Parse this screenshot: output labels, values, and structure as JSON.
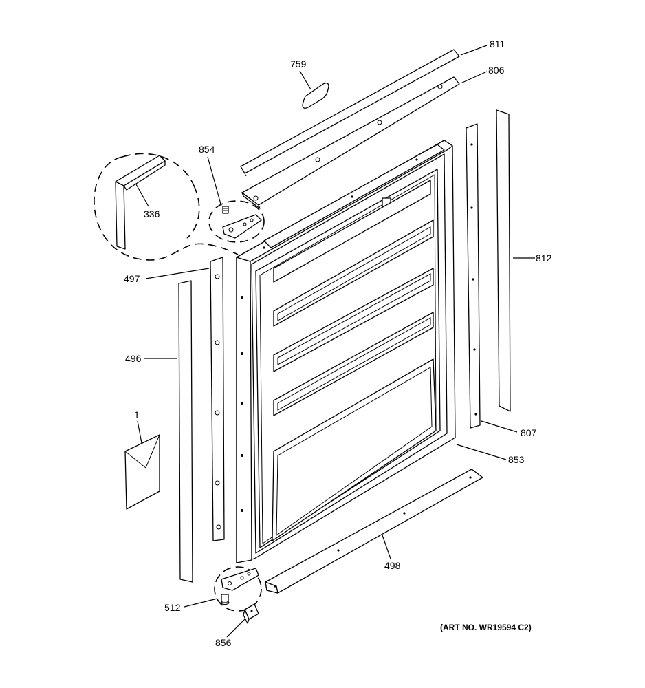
{
  "diagram": {
    "callouts": {
      "p811": "811",
      "p806": "806",
      "p759": "759",
      "p854": "854",
      "p336": "336",
      "p497": "497",
      "p496": "496",
      "p1": "1",
      "p812": "812",
      "p807": "807",
      "p853": "853",
      "p498": "498",
      "p512": "512",
      "p856": "856"
    },
    "art_number": "(ART NO. WR19594 C2)"
  }
}
